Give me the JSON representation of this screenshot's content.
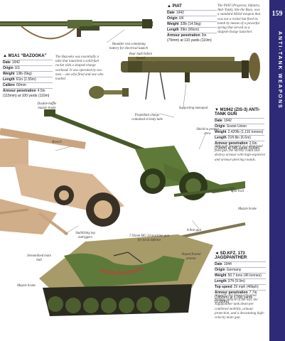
{
  "page": {
    "number": "159",
    "section_title": "ANTI-TANK WEAPONS"
  },
  "piat": {
    "title": "▲ PIAT",
    "specs": [
      {
        "k": "Date",
        "v": "1942"
      },
      {
        "k": "Origin",
        "v": "UK"
      },
      {
        "k": "Weight",
        "v": "32lb (14.5kg)"
      },
      {
        "k": "Length",
        "v": "39in (99cm)"
      },
      {
        "k": "Armour penetration",
        "v": "3in (75mm) at 110 yards (110m)"
      }
    ],
    "description": "The PIAT (Projector, Infantry, Anti-Tank), like the Boys, was a standard Allied weapon that was not a rocket but fired its bomb by means of a powerful spring that served as a shaped-charge launcher."
  },
  "bazooka": {
    "title": "▲ M1A1 “BAZOOKA”",
    "specs": [
      {
        "k": "Date",
        "v": "1942"
      },
      {
        "k": "Origin",
        "v": "US"
      },
      {
        "k": "Weight",
        "v": "13lb (6kg)"
      },
      {
        "k": "Length",
        "v": "61in (1.55m)"
      },
      {
        "k": "Calibre",
        "v": "60mm"
      },
      {
        "k": "Armour penetration",
        "v": "4.5in (115mm) at 100 yards (110m)"
      }
    ],
    "description": "The Bazooka was essentially a tube that launched a solid-fuel rocket with a shaped-charge warhead. It was operated by two men – one who fired and one who loaded."
  },
  "m1943": {
    "title": "▼ M1942 (ZIS-3) ANTI-TANK GUN",
    "specs": [
      {
        "k": "Date",
        "v": "1942"
      },
      {
        "k": "Origin",
        "v": "Soviet Union"
      },
      {
        "k": "Weight",
        "v": "2,420lb (1,116 tonnes)"
      },
      {
        "k": "Length",
        "v": "21ft 8in (6.6m)"
      },
      {
        "k": "Armour penetration",
        "v": "2.6in (70mm) at 545 yards (500m)"
      }
    ],
    "description": "Although designed as a divisional field gun, the M1942 could also destroy armour with high-explosive and armour-piercing rounds."
  },
  "jagdpanther": {
    "title": "◄ SD.KFZ. 173 JAGDPANTHER",
    "specs": [
      {
        "k": "Date",
        "v": "1944"
      },
      {
        "k": "Origin",
        "v": "Germany"
      },
      {
        "k": "Weight",
        "v": "50.7 tons (46 tonnes)"
      },
      {
        "k": "Length",
        "v": "37ft (9.9m)"
      },
      {
        "k": "Top speed",
        "v": "29 mph (46kph)"
      },
      {
        "k": "Armour penetration",
        "v": "7.7in (195mm) at 1,090 yards (1,000m)"
      }
    ],
    "description": "Arguably the finest armoured fighting vehicle of the war, the Jagdpanther tank destroyer combined mobility, armour protection, and a devastating high-velocity main gun."
  },
  "captions": {
    "shoulder_rest": "Shoulder rest containing battery for electrical launch",
    "rear_bulb": "Rear bulb before launch",
    "supporting_monopod": "Supporting monopod",
    "propellant": "Propellant charge contained in body tube",
    "double_muzzle": "Double-baffle muzzle brake",
    "breech": "Breech",
    "shield": "Shield to protect crew",
    "split_trail": "Split trail",
    "trail_legs": "Stabilizing leg outriggers",
    "muzzle_brake": "Muzzle brake",
    "mg": "7.92mm MG 34 machine-gun for local defence",
    "gun88": "8.8cm gun",
    "sloped_armour": "Sloped frontal armour",
    "hull": "Streamlined main hull",
    "muzzle_brake2": "Muzzle brake"
  },
  "colors": {
    "tab": "#2e2a77",
    "olive": "#6b6a3c",
    "tan": "#d8b795",
    "camo_green": "#5d7a3b"
  }
}
